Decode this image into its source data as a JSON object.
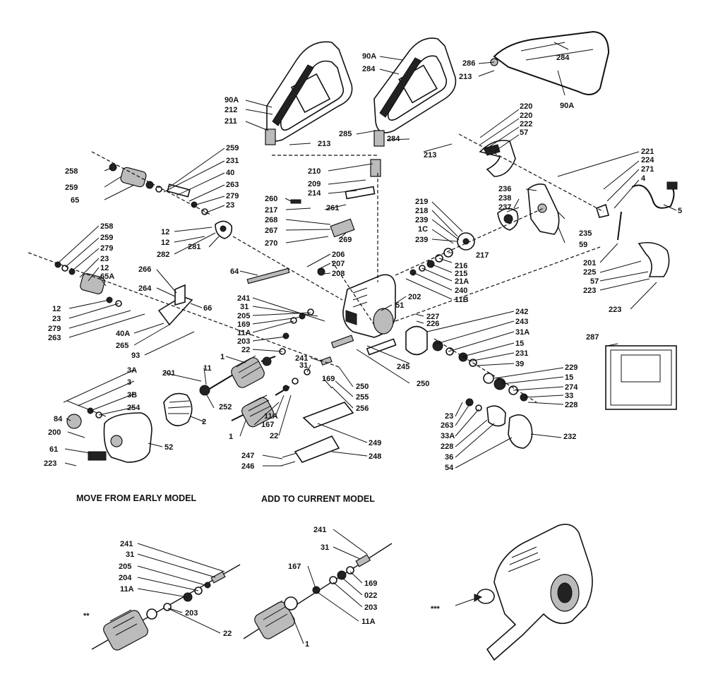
{
  "labels": {
    "l90a_1": "90A",
    "l90a_2": "90A",
    "l90a_3": "90A",
    "l212": "212",
    "l211": "211",
    "l213_1": "213",
    "l213_2": "213",
    "l213_3": "213",
    "l284_1": "284",
    "l284_2": "284",
    "l284_3": "284",
    "l285": "285",
    "l286": "286",
    "l220_1": "220",
    "l220_2": "220",
    "l222": "222",
    "l57_1": "57",
    "l221": "221",
    "l224": "224",
    "l271": "271",
    "l4": "4",
    "l5": "5",
    "l236": "236",
    "l238": "238",
    "l237": "237",
    "l235": "235",
    "l59": "59",
    "l201_r": "201",
    "l225": "225",
    "l57_2": "57",
    "l223_r1": "223",
    "l223_r2": "223",
    "l259_top": "259",
    "l231_top": "231",
    "l40": "40",
    "l263_top": "263",
    "l279_top": "279",
    "l23_top": "23",
    "l258_top": "258",
    "l259_l": "259",
    "l65": "65",
    "l210": "210",
    "l209": "209",
    "l214": "214",
    "l260": "260",
    "l217_a": "217",
    "l261": "261",
    "l268": "268",
    "l267": "267",
    "l269": "269",
    "l270": "270",
    "l12_a": "12",
    "l12_b": "12",
    "l282": "282",
    "l281": "281",
    "l219": "219",
    "l218": "218",
    "l239_a": "239",
    "l1c": "1C",
    "l239_b": "239",
    "l217_b": "217",
    "l216": "216",
    "l215": "215",
    "l21a": "21A",
    "l240": "240",
    "l11b": "11B",
    "l206": "206",
    "l207": "207",
    "l208": "208",
    "l258_m": "258",
    "l259_m": "259",
    "l279_m": "279",
    "l23_m": "23",
    "l12_m": "12",
    "l65a": "65A",
    "l266": "266",
    "l264": "264",
    "l66": "66",
    "l64": "64",
    "l12_l": "12",
    "l23_l": "23",
    "l279_l": "279",
    "l263_l": "263",
    "l40a": "40A",
    "l265": "265",
    "l93": "93",
    "l241_m": "241",
    "l31_m": "31",
    "l51": "51",
    "l202": "202",
    "l227": "227",
    "l226": "226",
    "l242": "242",
    "l243": "243",
    "l31a": "31A",
    "l15_a": "15",
    "l231_r": "231",
    "l39": "39",
    "l205_m": "205",
    "l169_m": "169",
    "l11a_m": "11A",
    "l203_m": "203",
    "l22_m": "22",
    "l287": "287",
    "l1_top": "1",
    "l201_l": "201",
    "l11_l": "11",
    "l241_b": "241",
    "l31_b": "31",
    "l169_b": "169",
    "l245": "245",
    "l250_a": "250",
    "l250_b": "250",
    "l255": "255",
    "l256": "256",
    "l229": "229",
    "l15_b": "15",
    "l274": "274",
    "l33": "33",
    "l228_a": "228",
    "l3a": "3A",
    "l3": "3",
    "l3b": "3B",
    "l254": "254",
    "l252": "252",
    "l2": "2",
    "l11a_b": "11A",
    "l167_b": "167",
    "l22_b": "22",
    "l1_b": "1",
    "l23_r": "23",
    "l263_r": "263",
    "l33a": "33A",
    "l228_b": "228",
    "l36": "36",
    "l54": "54",
    "l232": "232",
    "l84": "84",
    "l200": "200",
    "l61": "61",
    "l223_l": "223",
    "l52": "52",
    "l249": "249",
    "l248": "248",
    "l247": "247",
    "l246": "246",
    "e241": "241",
    "e31": "31",
    "e205": "205",
    "e204": "204",
    "e11a": "11A",
    "e203": "203",
    "e22": "22",
    "e_star": "**",
    "c241": "241",
    "c31": "31",
    "c167": "167",
    "c169": "169",
    "c022": "022",
    "c203": "203",
    "c11a": "11A",
    "c1": "1",
    "h_star": "***"
  },
  "captions": {
    "early": "MOVE FROM EARLY MODEL",
    "current": "ADD TO CURRENT MODEL"
  }
}
